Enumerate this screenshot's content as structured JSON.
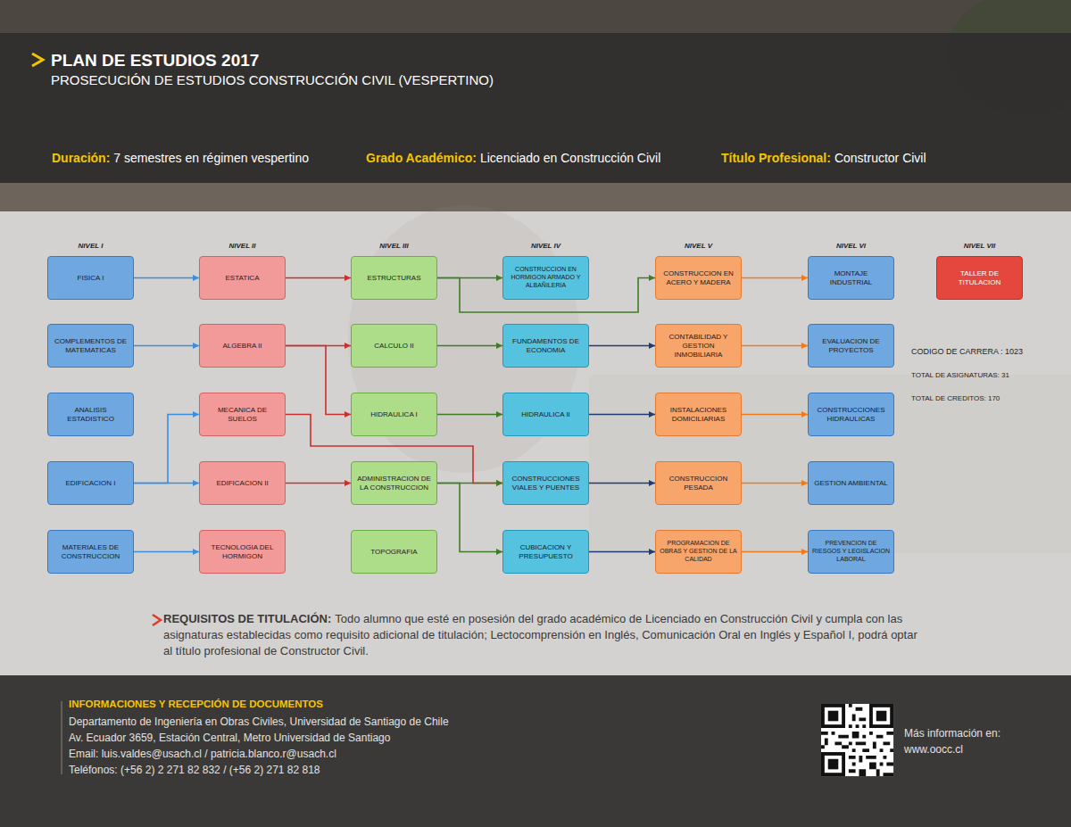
{
  "diagram": {
    "title": "PLAN DE ESTUDIOS 2017",
    "nodes": [
      {
        "text": [
          "FISICA I"
        ]
      },
      {
        "text": [
          "ESTATICA"
        ]
      },
      {
        "text": [
          "ESTRUCTURAS"
        ]
      },
      {
        "text": [
          "CONSTRUCCION EN HORMIGON ARMADO Y ALBAÑILERIA"
        ]
      },
      {
        "text": [
          "CONSTRUCCION EN ACERO Y MADERA"
        ]
      },
      {
        "text": [
          "MONTAJE INDUSTRIAL"
        ]
      },
      {
        "text": [
          "TALLER DE TITULACION"
        ]
      },
      {
        "text": [
          "COMPLEMENTOS DE MATEMATICAS"
        ]
      },
      {
        "text": [
          "ALGEBRA II"
        ]
      },
      {
        "text": [
          "CALCULO II"
        ]
      },
      {
        "text": [
          "FUNDAMENTOS DE ECONOMIA"
        ]
      },
      {
        "text": [
          "CONTABILIDAD Y GESTION INMOBILIARIA"
        ]
      },
      {
        "text": [
          "EVALUACION DE PROYECTOS"
        ]
      },
      {
        "text": [
          "ANALISIS ESTADISTICO"
        ]
      },
      {
        "text": [
          "MECANICA DE SUELOS"
        ]
      },
      {
        "text": [
          "HIDRAULICA I"
        ]
      },
      {
        "text": [
          "HIDRAULICA II"
        ]
      },
      {
        "text": [
          "INSTALACIONES DOMICILIARIAS"
        ]
      },
      {
        "text": [
          "CONSTRUCCIONES HIDRAULICAS"
        ]
      },
      {
        "text": [
          "EDIFICACION I"
        ]
      },
      {
        "text": [
          "EDIFICACION II"
        ]
      },
      {
        "text": [
          "ADMINISTRACION DE LA CONSTRUCCION"
        ]
      },
      {
        "text": [
          "CONSTRUCCIONES VIALES Y PUENTES"
        ]
      },
      {
        "text": [
          "CONSTRUCCION PESADA"
        ]
      },
      {
        "text": [
          "GESTION AMBIENTAL"
        ]
      },
      {
        "text": [
          "MATERIALES DE CONSTRUCCION"
        ]
      },
      {
        "text": [
          "TECNOLOGIA DEL HORMIGON"
        ]
      },
      {
        "text": [
          "TOPOGRAFIA"
        ]
      },
      {
        "text": [
          "CUBICACION Y PRESUPUESTO"
        ]
      },
      {
        "text": [
          "PROGRAMACION DE OBRAS Y GESTION DE LA CALIDAD"
        ]
      },
      {
        "text": [
          "PREVENCION DE RIESGOS Y LEGISLACION LABORAL"
        ]
      }
    ],
    "edges": [
      {
        "from": 0,
        "to": 1,
        "arrow": "to"
      },
      {
        "from": 1,
        "to": 2,
        "arrow": "to"
      },
      {
        "from": 2,
        "to": 3,
        "arrow": "to"
      },
      {
        "from": 2,
        "to": 4,
        "arrow": "to"
      },
      {
        "from": 4,
        "to": 5,
        "arrow": "to"
      },
      {
        "from": 7,
        "to": 8,
        "arrow": "to"
      },
      {
        "from": 8,
        "to": 9,
        "arrow": "to"
      },
      {
        "from": 8,
        "to": 15,
        "arrow": "to"
      },
      {
        "from": 9,
        "to": 10,
        "arrow": "to"
      },
      {
        "from": 10,
        "to": 11,
        "arrow": "to"
      },
      {
        "from": 11,
        "to": 12,
        "arrow": "to"
      },
      {
        "from": 19,
        "to": 14,
        "arrow": "to"
      },
      {
        "from": 19,
        "to": 20,
        "arrow": "to"
      },
      {
        "from": 14,
        "to": 22,
        "arrow": "to"
      },
      {
        "from": 15,
        "to": 16,
        "arrow": "to"
      },
      {
        "from": 16,
        "to": 17,
        "arrow": "to"
      },
      {
        "from": 17,
        "to": 18,
        "arrow": "to"
      },
      {
        "from": 20,
        "to": 21,
        "arrow": "to"
      },
      {
        "from": 21,
        "to": 22,
        "arrow": "to"
      },
      {
        "from": 21,
        "to": 28,
        "arrow": "to"
      },
      {
        "from": 22,
        "to": 23,
        "arrow": "to"
      },
      {
        "from": 23,
        "to": 24,
        "arrow": "to"
      },
      {
        "from": 25,
        "to": 26,
        "arrow": "to"
      },
      {
        "from": 28,
        "to": 29,
        "arrow": "to"
      },
      {
        "from": 29,
        "to": 30,
        "arrow": "to"
      }
    ],
    "labels": [
      "PROSECUCIÓN DE ESTUDIOS CONSTRUCCIÓN CIVIL (VESPERTINO)",
      "Duración:",
      "7 semestres en régimen vespertino",
      "Grado Académico:",
      "Licenciado en Construcción Civil",
      "Título Profesional:",
      "Constructor Civil",
      "NIVEL I",
      "NIVEL II",
      "NIVEL III",
      "NIVEL IV",
      "NIVEL V",
      "NIVEL VI",
      "NIVEL VII",
      "CODIGO DE CARRERA : 1023",
      "TOTAL DE ASIGNATURAS: 31",
      "TOTAL DE CREDITOS: 170",
      "REQUISITOS DE TITULACIÓN:",
      "Todo alumno que esté en posesión del grado académico de Licenciado en Construcción Civil y cumpla con las asignaturas establecidas como requisito adicional de titulación; Lectocomprensión en Inglés, Comunicación Oral en Inglés y Español I, podrá optar al título profesional de Constructor Civil.",
      "INFORMACIONES Y RECEPCIÓN DE DOCUMENTOS",
      "Departamento de Ingeniería en Obras Civiles, Universidad de Santiago de Chile",
      "Av. Ecuador 3659, Estación Central, Metro Universidad de Santiago",
      "Email: luis.valdes@usach.cl / patricia.blanco.r@usach.cl",
      "Teléfonos: (+56 2) 2 271 82 832 / (+56 2) 271 82 818",
      "Más información en:",
      "www.oocc.cl"
    ]
  }
}
